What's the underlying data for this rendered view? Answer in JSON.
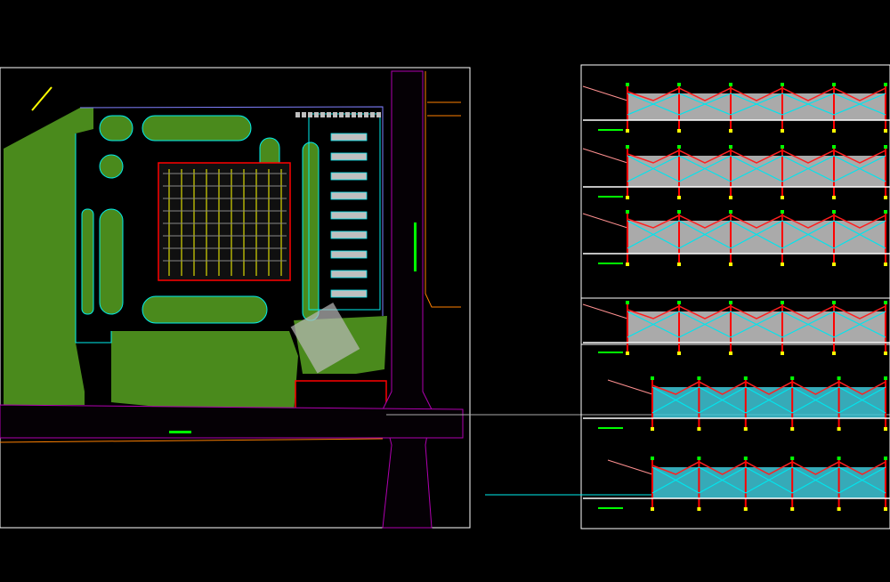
{
  "colors": {
    "background": "#000000",
    "frame": "#ffffff",
    "lawn": "#4a8a1c",
    "outline": "#00e5ee",
    "building_grid": "#ffff00",
    "building_edge": "#ff0000",
    "road_edge": "#b000b0",
    "road_curb": "#ff8000",
    "paving": "#bfbfbf",
    "roof_line": "#ff2020",
    "roof_truss": "#ff9090",
    "column": "#ff0000",
    "footing": "#ffff00",
    "marker": "#00ff00"
  },
  "elevations": [
    {
      "bays": 5,
      "style": "glazed"
    },
    {
      "bays": 5,
      "style": "glazed"
    },
    {
      "bays": 5,
      "style": "solid"
    },
    {
      "bays": 5,
      "style": "structural"
    },
    {
      "bays": 5,
      "style": "section"
    },
    {
      "bays": 5,
      "style": "section"
    }
  ]
}
